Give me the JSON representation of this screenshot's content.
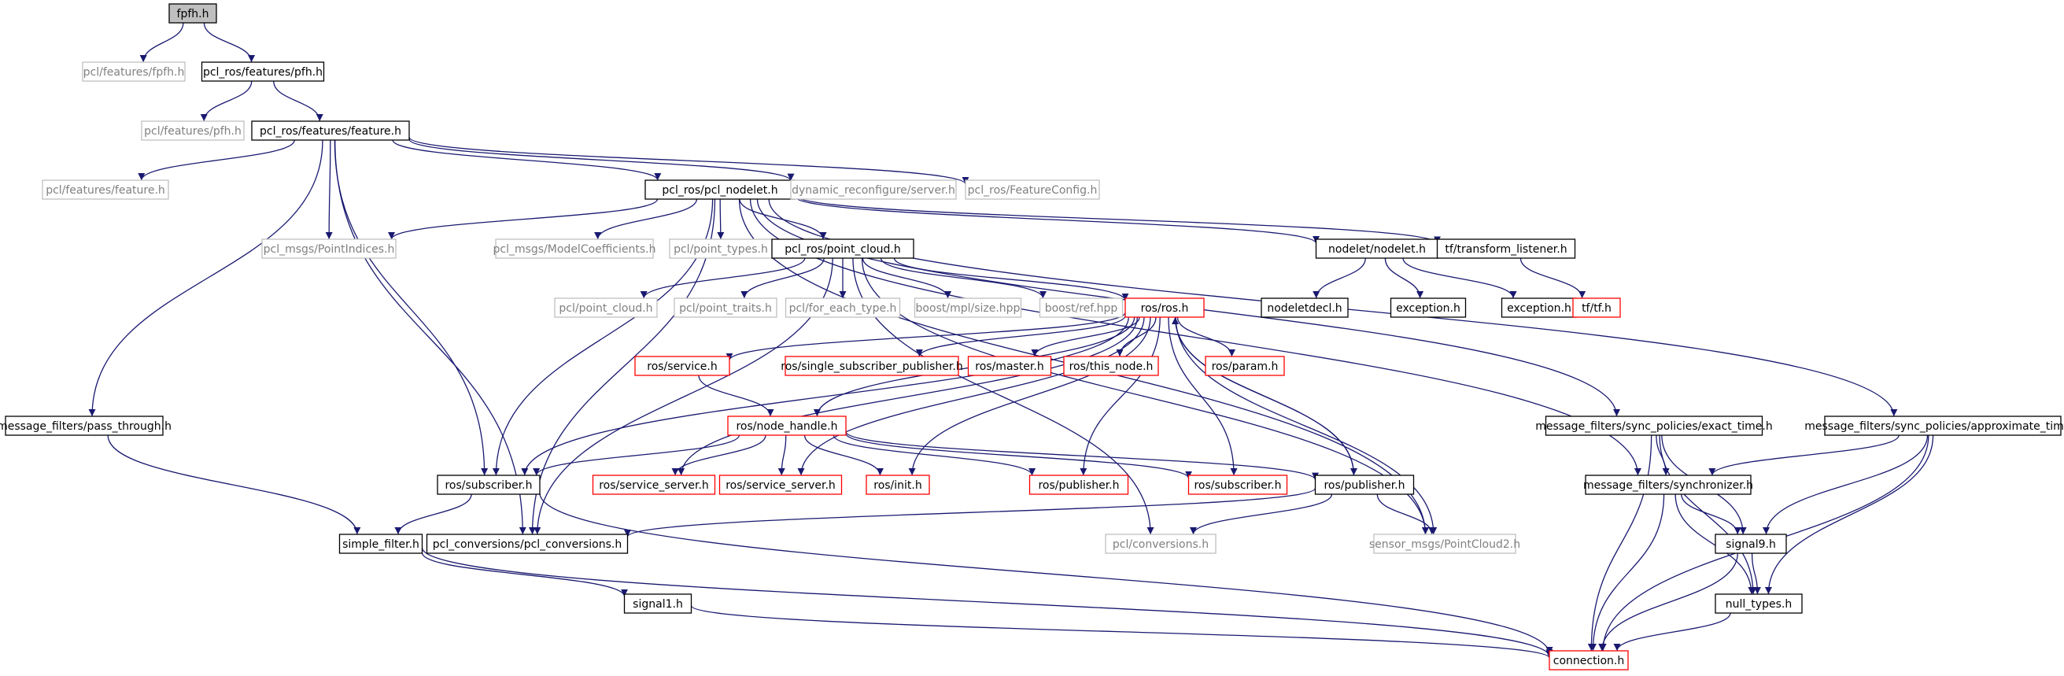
{
  "colors": {
    "edge": "#191970",
    "border_normal": "#000000",
    "border_gray": "#bfbfbf",
    "border_red": "#ff0000",
    "fill_root": "#bfbfbf",
    "fill_normal": "#ffffff",
    "text_normal": "#000000",
    "text_gray": "#808080"
  },
  "nodes": [
    {
      "id": "fpfh",
      "label": "fpfh.h",
      "style": "root"
    },
    {
      "id": "pclfpfh",
      "label": "pcl/features/fpfh.h",
      "style": "gray"
    },
    {
      "id": "rospfh",
      "label": "pcl_ros/features/pfh.h",
      "style": "normal"
    },
    {
      "id": "pclpfh",
      "label": "pcl/features/pfh.h",
      "style": "gray"
    },
    {
      "id": "rosfeature",
      "label": "pcl_ros/features/feature.h",
      "style": "normal"
    },
    {
      "id": "pclfeature",
      "label": "pcl/features/feature.h",
      "style": "gray"
    },
    {
      "id": "pclnodelet",
      "label": "pcl_ros/pcl_nodelet.h",
      "style": "normal"
    },
    {
      "id": "dynreconf",
      "label": "dynamic_reconfigure/server.h",
      "style": "gray"
    },
    {
      "id": "featcfg",
      "label": "pcl_ros/FeatureConfig.h",
      "style": "gray"
    },
    {
      "id": "pointindices",
      "label": "pcl_msgs/PointIndices.h",
      "style": "gray"
    },
    {
      "id": "modelcoef",
      "label": "pcl_msgs/ModelCoefficients.h",
      "style": "gray"
    },
    {
      "id": "pointtypes",
      "label": "pcl/point_types.h",
      "style": "gray"
    },
    {
      "id": "pointcloudros",
      "label": "pcl_ros/point_cloud.h",
      "style": "normal"
    },
    {
      "id": "nodelet",
      "label": "nodelet/nodelet.h",
      "style": "normal"
    },
    {
      "id": "tflistener",
      "label": "tf/transform_listener.h",
      "style": "normal"
    },
    {
      "id": "pclpointcloud",
      "label": "pcl/point_cloud.h",
      "style": "gray"
    },
    {
      "id": "pointtraits",
      "label": "pcl/point_traits.h",
      "style": "gray"
    },
    {
      "id": "foreach",
      "label": "pcl/for_each_type.h",
      "style": "gray"
    },
    {
      "id": "mplsize",
      "label": "boost/mpl/size.hpp",
      "style": "gray"
    },
    {
      "id": "boostref",
      "label": "boost/ref.hpp",
      "style": "gray"
    },
    {
      "id": "rosh",
      "label": "ros/ros.h",
      "style": "red"
    },
    {
      "id": "nodeletdecl",
      "label": "nodeletdecl.h",
      "style": "normal"
    },
    {
      "id": "exc1",
      "label": "exception.h",
      "style": "normal"
    },
    {
      "id": "exc2",
      "label": "exception.h",
      "style": "normal"
    },
    {
      "id": "tftf",
      "label": "tf/tf.h",
      "style": "red"
    },
    {
      "id": "service",
      "label": "ros/service.h",
      "style": "red"
    },
    {
      "id": "singlesub",
      "label": "ros/single_subscriber_publisher.h",
      "style": "red"
    },
    {
      "id": "master",
      "label": "ros/master.h",
      "style": "red"
    },
    {
      "id": "thisnode",
      "label": "ros/this_node.h",
      "style": "red"
    },
    {
      "id": "param",
      "label": "ros/param.h",
      "style": "red"
    },
    {
      "id": "passthrough",
      "label": "message_filters/pass_through.h",
      "style": "normal"
    },
    {
      "id": "nodehandle",
      "label": "ros/node_handle.h",
      "style": "red"
    },
    {
      "id": "exacttime",
      "label": "message_filters/sync_policies/exact_time.h",
      "style": "normal"
    },
    {
      "id": "approxtime",
      "label": "message_filters/sync_policies/approximate_time.h",
      "style": "normal"
    },
    {
      "id": "subscriber1",
      "label": "ros/subscriber.h",
      "style": "normal"
    },
    {
      "id": "srvserver1",
      "label": "ros/service_server.h",
      "style": "red"
    },
    {
      "id": "srvserver2",
      "label": "ros/service_server.h",
      "style": "red"
    },
    {
      "id": "init",
      "label": "ros/init.h",
      "style": "red"
    },
    {
      "id": "publisher1",
      "label": "ros/publisher.h",
      "style": "red"
    },
    {
      "id": "subscriber2",
      "label": "ros/subscriber.h",
      "style": "red"
    },
    {
      "id": "publisher2",
      "label": "ros/publisher.h",
      "style": "normal"
    },
    {
      "id": "synchronizer",
      "label": "message_filters/synchronizer.h",
      "style": "normal"
    },
    {
      "id": "simplefilter",
      "label": "simple_filter.h",
      "style": "normal"
    },
    {
      "id": "pclconv",
      "label": "pcl_conversions/pcl_conversions.h",
      "style": "normal"
    },
    {
      "id": "conversions",
      "label": "pcl/conversions.h",
      "style": "gray"
    },
    {
      "id": "pointcloud2",
      "label": "sensor_msgs/PointCloud2.h",
      "style": "gray"
    },
    {
      "id": "signal9",
      "label": "signal9.h",
      "style": "normal"
    },
    {
      "id": "signal1",
      "label": "signal1.h",
      "style": "normal"
    },
    {
      "id": "nulltypes",
      "label": "null_types.h",
      "style": "normal"
    },
    {
      "id": "connection",
      "label": "connection.h",
      "style": "red"
    }
  ],
  "edges": [
    [
      "fpfh",
      "pclfpfh"
    ],
    [
      "fpfh",
      "rospfh"
    ],
    [
      "rospfh",
      "pclpfh"
    ],
    [
      "rospfh",
      "rosfeature"
    ],
    [
      "rosfeature",
      "pclfeature"
    ],
    [
      "rosfeature",
      "pclnodelet"
    ],
    [
      "rosfeature",
      "dynreconf"
    ],
    [
      "rosfeature",
      "featcfg"
    ],
    [
      "rosfeature",
      "pointindices"
    ],
    [
      "rosfeature",
      "passthrough"
    ],
    [
      "rosfeature",
      "subscriber1"
    ],
    [
      "rosfeature",
      "pclconv"
    ],
    [
      "pclnodelet",
      "pointindices"
    ],
    [
      "pclnodelet",
      "modelcoef"
    ],
    [
      "pclnodelet",
      "pointtypes"
    ],
    [
      "pclnodelet",
      "pointcloudros"
    ],
    [
      "pclnodelet",
      "nodelet"
    ],
    [
      "pclnodelet",
      "tflistener"
    ],
    [
      "pclnodelet",
      "subscriber1"
    ],
    [
      "pclnodelet",
      "pclconv"
    ],
    [
      "pclnodelet",
      "pointcloud2"
    ],
    [
      "pclnodelet",
      "synchronizer"
    ],
    [
      "pclnodelet",
      "exacttime"
    ],
    [
      "pclnodelet",
      "approxtime"
    ],
    [
      "pointcloudros",
      "pclpointcloud"
    ],
    [
      "pointcloudros",
      "pointtraits"
    ],
    [
      "pointcloudros",
      "foreach"
    ],
    [
      "pointcloudros",
      "mplsize"
    ],
    [
      "pointcloudros",
      "boostref"
    ],
    [
      "pointcloudros",
      "rosh"
    ],
    [
      "pointcloudros",
      "pclconv"
    ],
    [
      "pointcloudros",
      "pointcloud2"
    ],
    [
      "pointcloudros",
      "conversions"
    ],
    [
      "nodelet",
      "nodeletdecl"
    ],
    [
      "nodelet",
      "exc1"
    ],
    [
      "nodelet",
      "exc2"
    ],
    [
      "tflistener",
      "tftf"
    ],
    [
      "rosh",
      "service"
    ],
    [
      "rosh",
      "singlesub"
    ],
    [
      "rosh",
      "master"
    ],
    [
      "rosh",
      "thisnode"
    ],
    [
      "rosh",
      "param"
    ],
    [
      "rosh",
      "nodehandle"
    ],
    [
      "rosh",
      "subscriber1"
    ],
    [
      "rosh",
      "srvserver1"
    ],
    [
      "rosh",
      "srvserver2"
    ],
    [
      "rosh",
      "init"
    ],
    [
      "rosh",
      "publisher1"
    ],
    [
      "rosh",
      "subscriber2"
    ],
    [
      "rosh",
      "publisher2"
    ],
    [
      "rosh",
      "pointcloud2"
    ],
    [
      "service",
      "nodehandle"
    ],
    [
      "nodehandle",
      "subscriber1"
    ],
    [
      "nodehandle",
      "srvserver1"
    ],
    [
      "nodehandle",
      "srvserver2"
    ],
    [
      "nodehandle",
      "init"
    ],
    [
      "nodehandle",
      "publisher1"
    ],
    [
      "nodehandle",
      "subscriber2"
    ],
    [
      "nodehandle",
      "publisher2"
    ],
    [
      "passthrough",
      "simplefilter"
    ],
    [
      "subscriber1",
      "simplefilter"
    ],
    [
      "subscriber1",
      "connection"
    ],
    [
      "publisher2",
      "rosh"
    ],
    [
      "publisher2",
      "pclconv"
    ],
    [
      "publisher2",
      "pointcloud2"
    ],
    [
      "publisher2",
      "conversions"
    ],
    [
      "simplefilter",
      "signal1"
    ],
    [
      "simplefilter",
      "connection"
    ],
    [
      "signal1",
      "connection"
    ],
    [
      "exacttime",
      "synchronizer"
    ],
    [
      "exacttime",
      "signal9"
    ],
    [
      "exacttime",
      "nulltypes"
    ],
    [
      "exacttime",
      "connection"
    ],
    [
      "approxtime",
      "synchronizer"
    ],
    [
      "approxtime",
      "signal9"
    ],
    [
      "approxtime",
      "nulltypes"
    ],
    [
      "approxtime",
      "connection"
    ],
    [
      "synchronizer",
      "signal9"
    ],
    [
      "synchronizer",
      "nulltypes"
    ],
    [
      "synchronizer",
      "connection"
    ],
    [
      "signal9",
      "nulltypes"
    ],
    [
      "signal9",
      "connection"
    ],
    [
      "nulltypes",
      "connection"
    ]
  ]
}
